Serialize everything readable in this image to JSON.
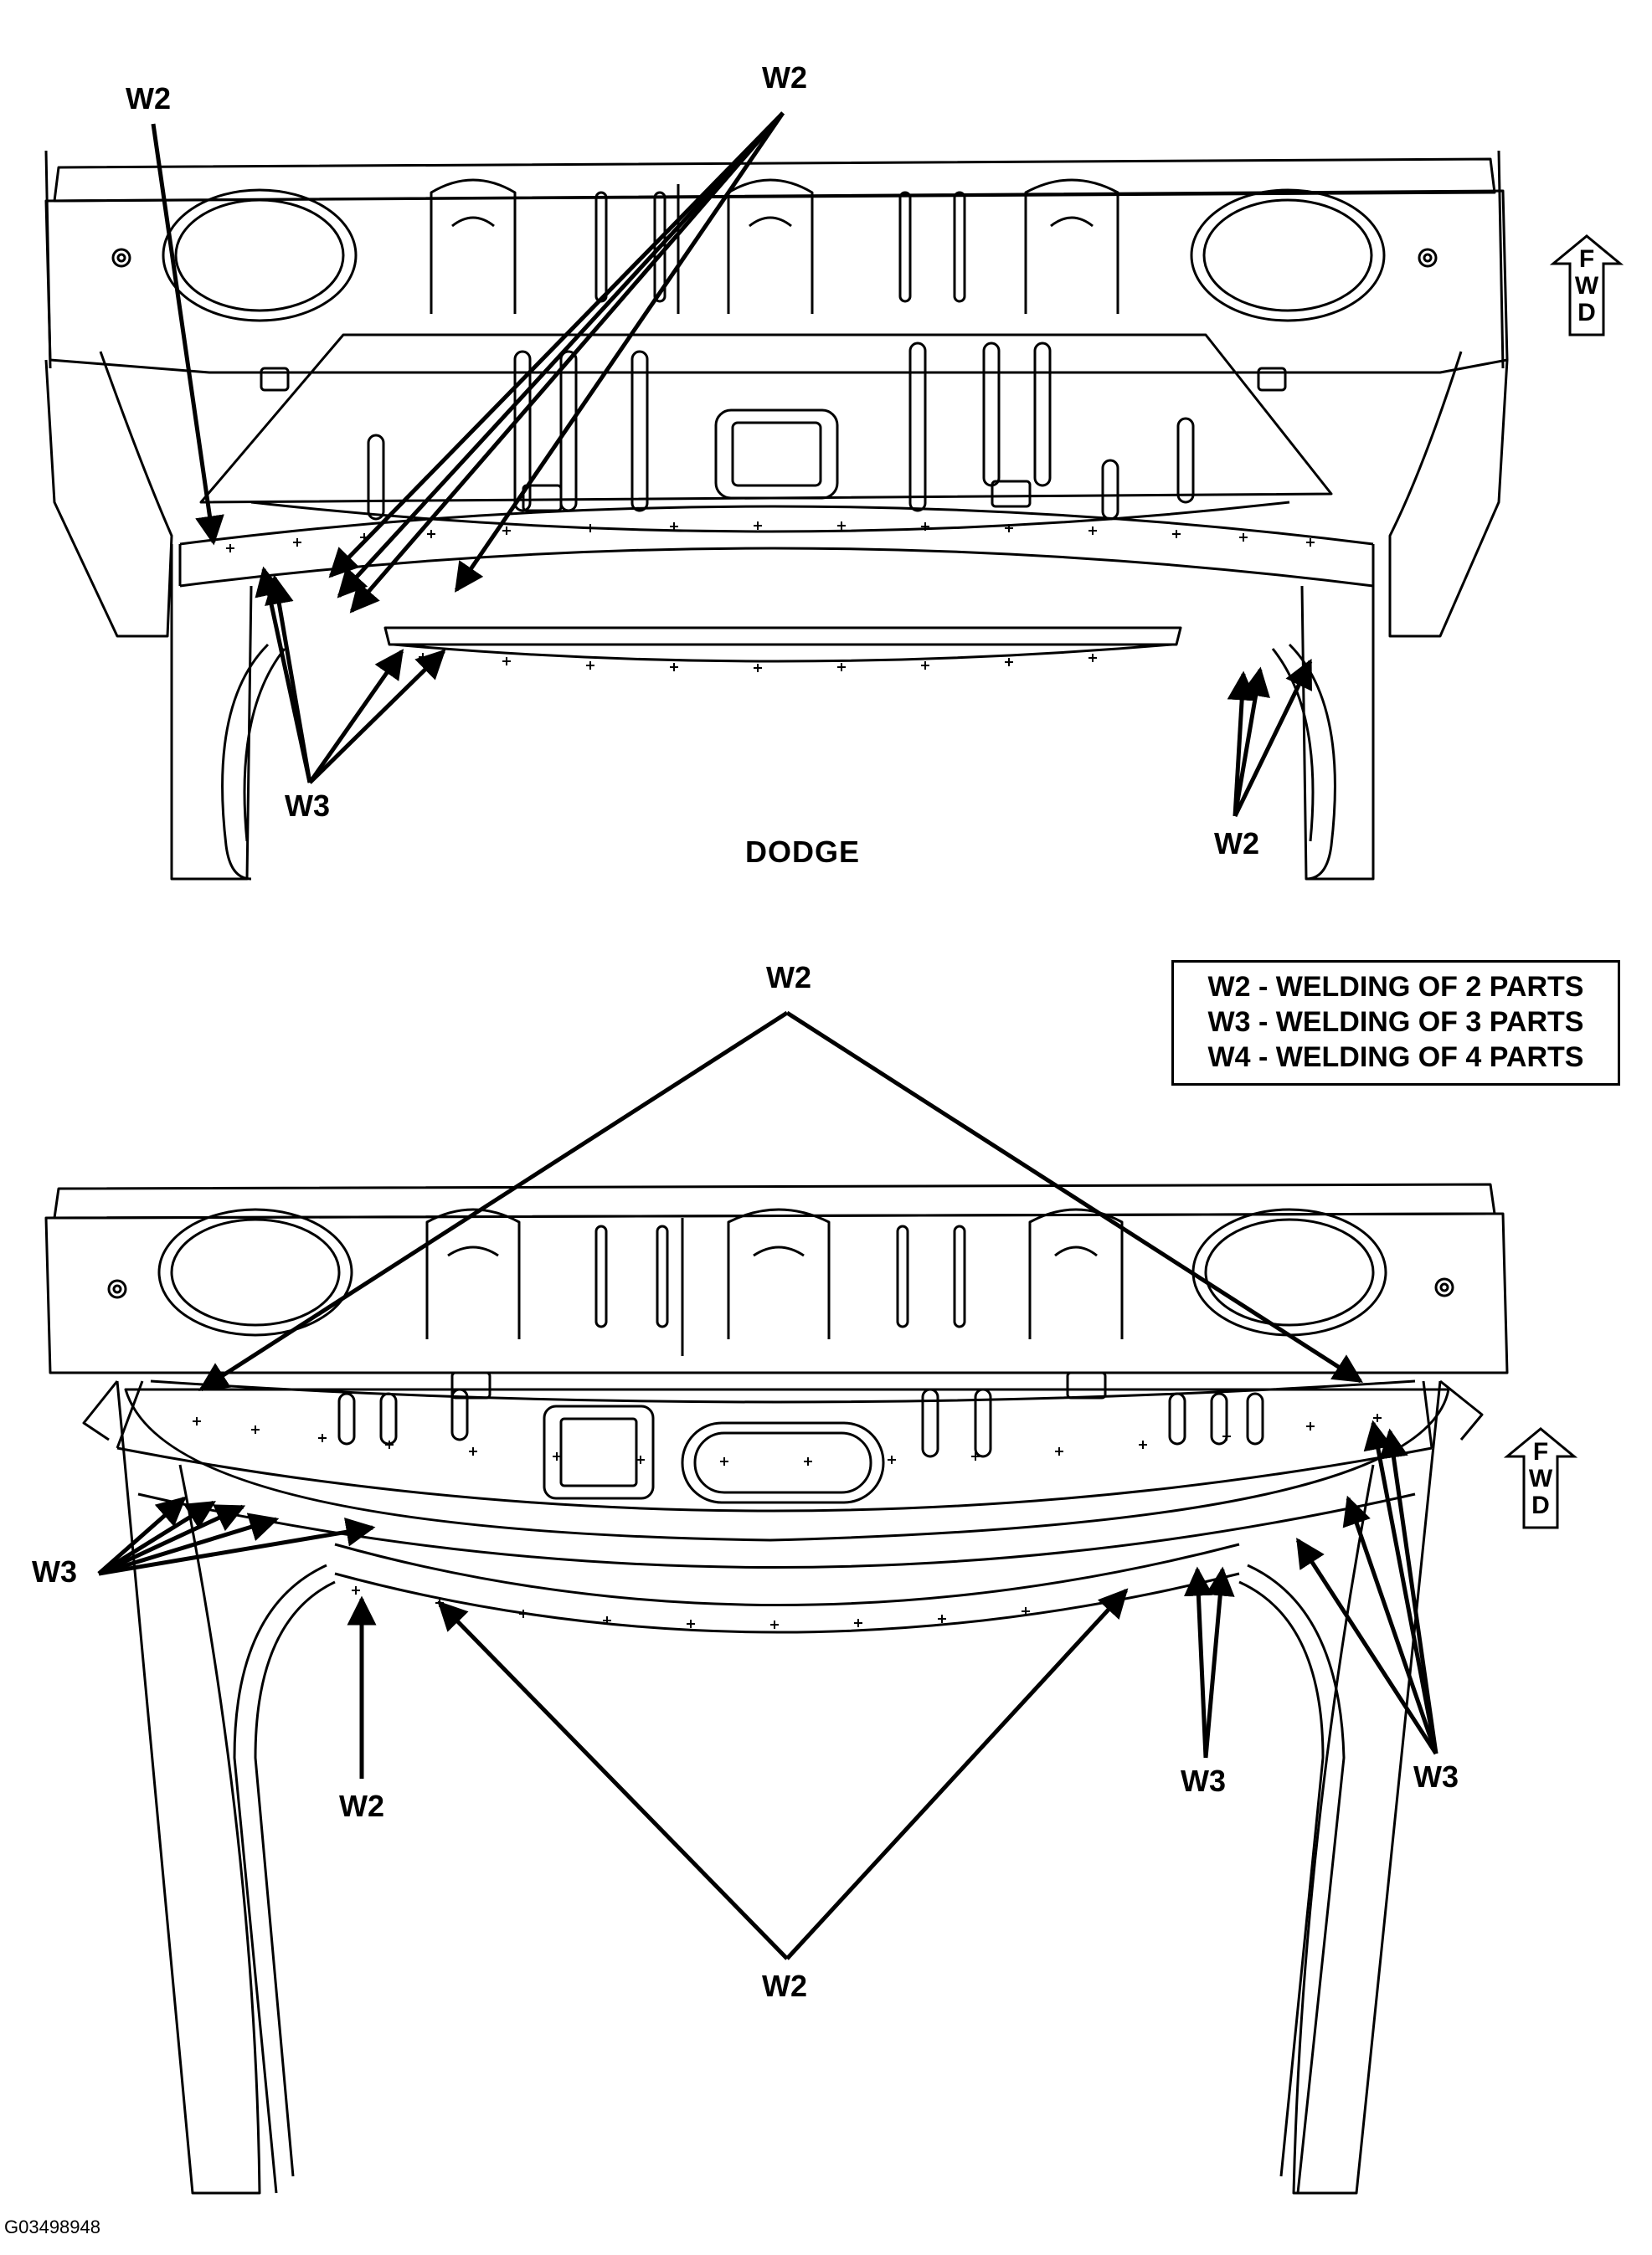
{
  "legend": {
    "rows": [
      "W2 - WELDING OF 2 PARTS",
      "W3 - WELDING OF 3 PARTS",
      "W4 - WELDING OF 4 PARTS"
    ]
  },
  "top_view": {
    "title": "DODGE",
    "callouts": [
      "W2",
      "W2",
      "W3",
      "W2"
    ],
    "fwd_letters": [
      "F",
      "W",
      "D"
    ]
  },
  "bottom_view": {
    "callouts": [
      "W2",
      "W3",
      "W2",
      "W3",
      "W3",
      "W2"
    ],
    "fwd_letters": [
      "F",
      "W",
      "D"
    ]
  },
  "figure_id": "G03498948"
}
